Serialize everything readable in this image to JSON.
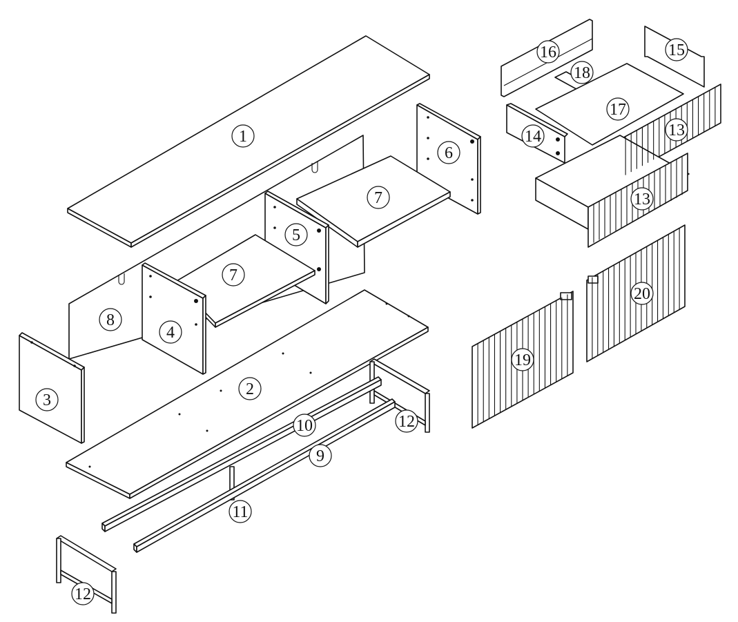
{
  "parts": [
    {
      "id": "part-1",
      "label": "1"
    },
    {
      "id": "part-2",
      "label": "2"
    },
    {
      "id": "part-3",
      "label": "3"
    },
    {
      "id": "part-4",
      "label": "4"
    },
    {
      "id": "part-5",
      "label": "5"
    },
    {
      "id": "part-6",
      "label": "6"
    },
    {
      "id": "part-7a",
      "label": "7"
    },
    {
      "id": "part-7b",
      "label": "7"
    },
    {
      "id": "part-8",
      "label": "8"
    },
    {
      "id": "part-9",
      "label": "9"
    },
    {
      "id": "part-10",
      "label": "10"
    },
    {
      "id": "part-11",
      "label": "11"
    },
    {
      "id": "part-12a",
      "label": "12"
    },
    {
      "id": "part-12b",
      "label": "12"
    },
    {
      "id": "part-13a",
      "label": "13"
    },
    {
      "id": "part-13b",
      "label": "13"
    },
    {
      "id": "part-14",
      "label": "14"
    },
    {
      "id": "part-15",
      "label": "15"
    },
    {
      "id": "part-16",
      "label": "16"
    },
    {
      "id": "part-17",
      "label": "17"
    },
    {
      "id": "part-18",
      "label": "18"
    },
    {
      "id": "part-19",
      "label": "19"
    },
    {
      "id": "part-20",
      "label": "20"
    }
  ]
}
